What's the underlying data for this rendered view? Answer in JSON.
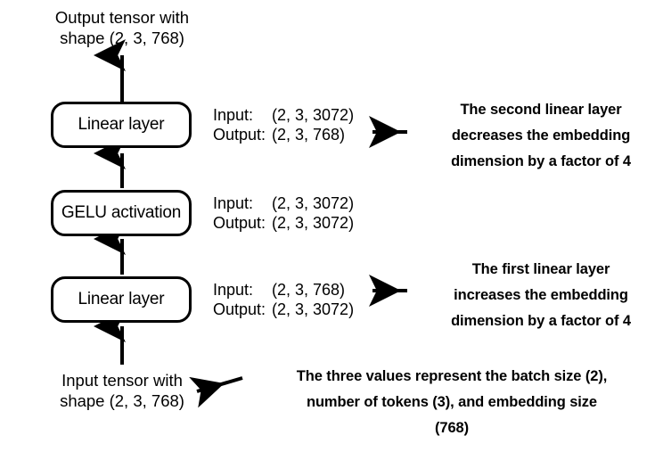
{
  "diagram": {
    "title_caption": {
      "line1": "Output tensor with",
      "line2": "shape (2, 3, 768)"
    },
    "bottom_caption": {
      "line1": "Input tensor with",
      "line2": "shape (2, 3, 768)"
    },
    "nodes": [
      {
        "id": "linear-2",
        "label": "Linear layer"
      },
      {
        "id": "gelu",
        "label": "GELU activation"
      },
      {
        "id": "linear-1",
        "label": "Linear layer"
      }
    ],
    "io_labels": [
      {
        "for": "linear-2",
        "input_key": "Input:",
        "input_value": "(2, 3, 3072)",
        "output_key": "Output:",
        "output_value": "(2, 3, 768)"
      },
      {
        "for": "gelu",
        "input_key": "Input:",
        "input_value": "(2, 3, 3072)",
        "output_key": "Output:",
        "output_value": "(2, 3, 3072)"
      },
      {
        "for": "linear-1",
        "input_key": "Input:",
        "input_value": "(2, 3, 768)",
        "output_key": "Output:",
        "output_value": "(2, 3, 3072)"
      }
    ],
    "annotations": [
      {
        "id": "second-linear-note",
        "line1": "The second linear layer",
        "line2": "decreases the embedding",
        "line3": "dimension by a factor of 4"
      },
      {
        "id": "first-linear-note",
        "line1": "The first linear layer",
        "line2": "increases the embedding",
        "line3": "dimension by a factor of 4"
      },
      {
        "id": "shape-meaning-note",
        "line1": "The three values represent the batch size (2),",
        "line2": "number of tokens (3), and embedding size",
        "line3": "(768)"
      }
    ],
    "colors": {
      "stroke": "#000000",
      "background": "#ffffff",
      "text": "#000000"
    }
  }
}
